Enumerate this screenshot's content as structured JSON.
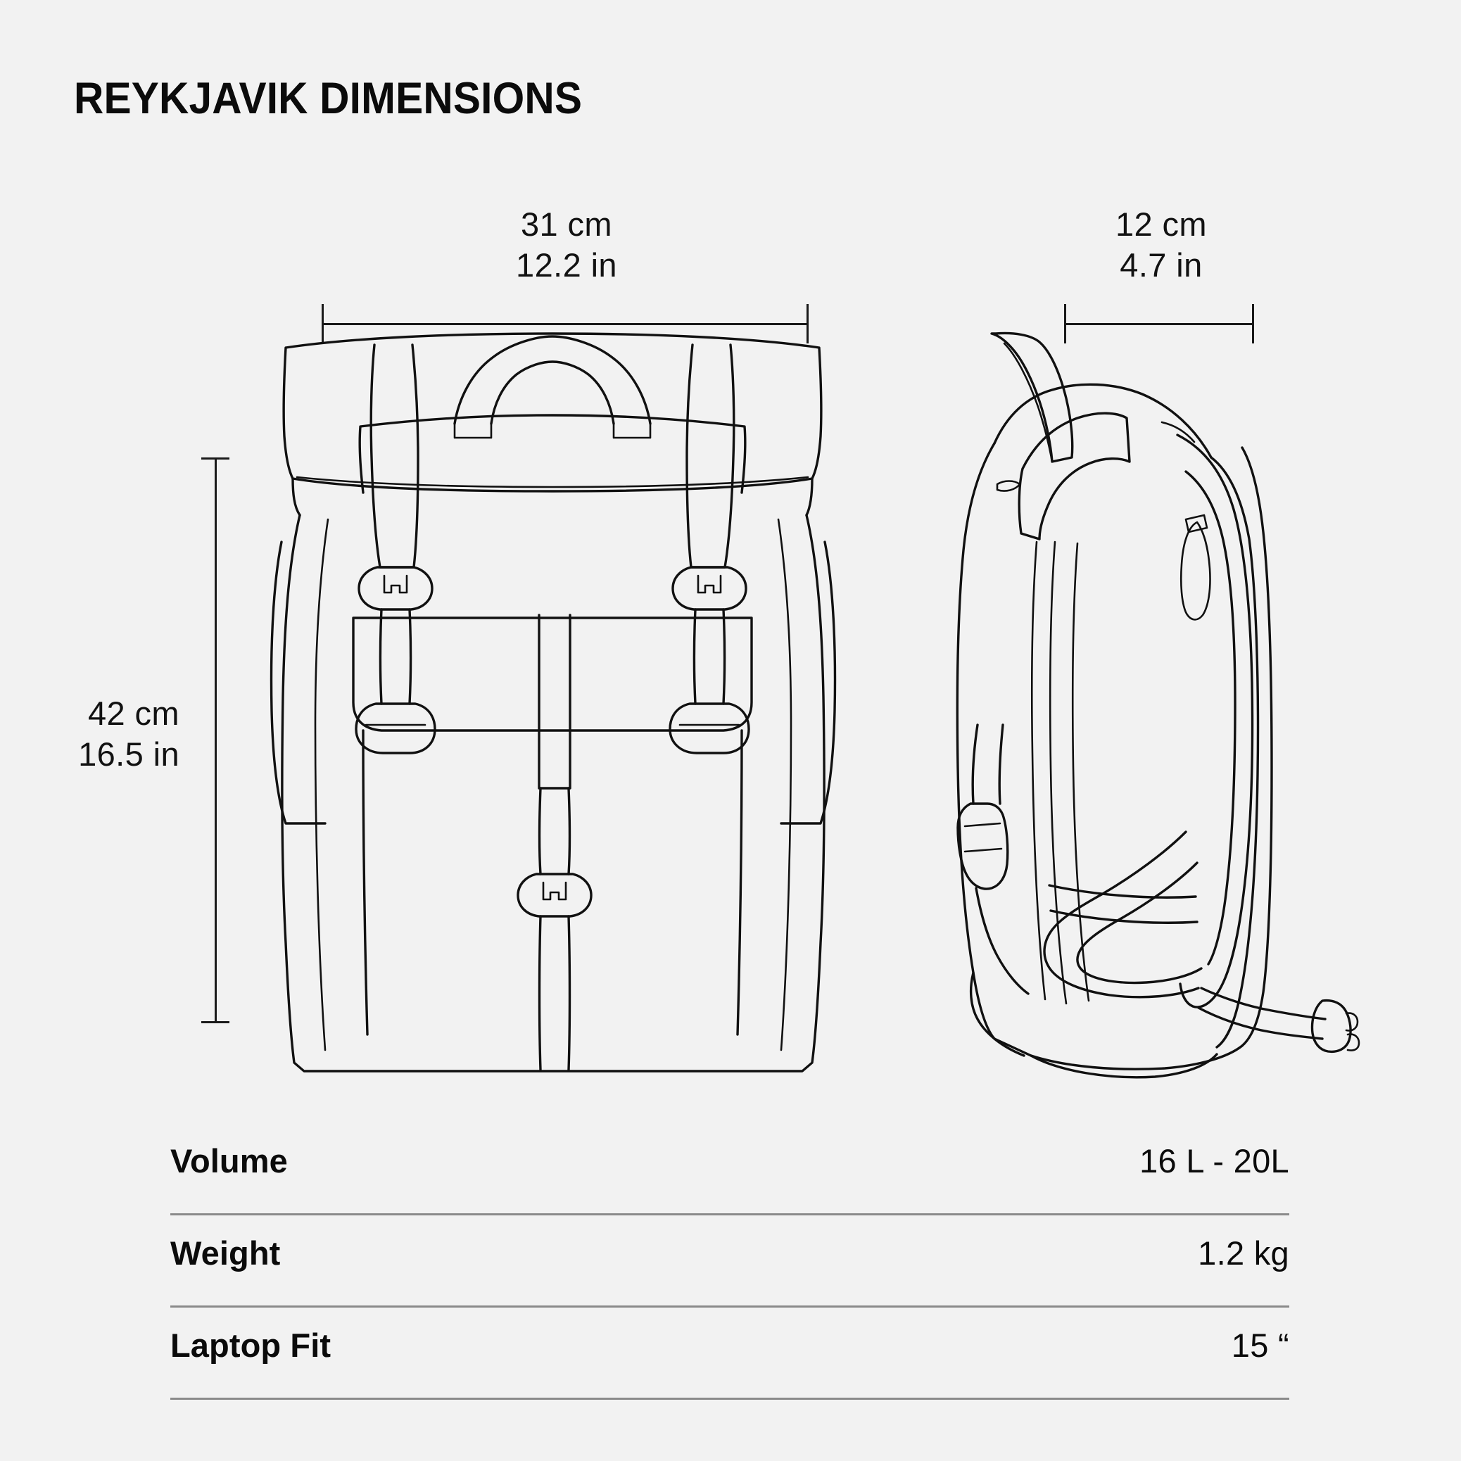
{
  "page": {
    "title": "REYKJAVIK DIMENSIONS",
    "background_color": "#f2f2f2",
    "line_color": "#111111",
    "text_color": "#0b0b0b",
    "divider_color": "#8a8a8a"
  },
  "dimensions": {
    "width": {
      "metric": "31 cm",
      "imperial": "12.2 in",
      "axis": "horizontal",
      "applies_to": "front-view"
    },
    "depth": {
      "metric": "12 cm",
      "imperial": "4.7 in",
      "axis": "horizontal",
      "applies_to": "side-view"
    },
    "height": {
      "metric": "42 cm",
      "imperial": "16.5 in",
      "axis": "vertical",
      "applies_to": "front-view"
    }
  },
  "illustrations": [
    {
      "name": "front-view",
      "description": "backpack front elevation line drawing"
    },
    {
      "name": "side-view",
      "description": "backpack side profile line drawing"
    }
  ],
  "specs": {
    "rows": [
      {
        "label": "Volume",
        "value": "16 L - 20L"
      },
      {
        "label": "Weight",
        "value": "1.2 kg"
      },
      {
        "label": "Laptop Fit",
        "value": "15 “"
      }
    ]
  }
}
